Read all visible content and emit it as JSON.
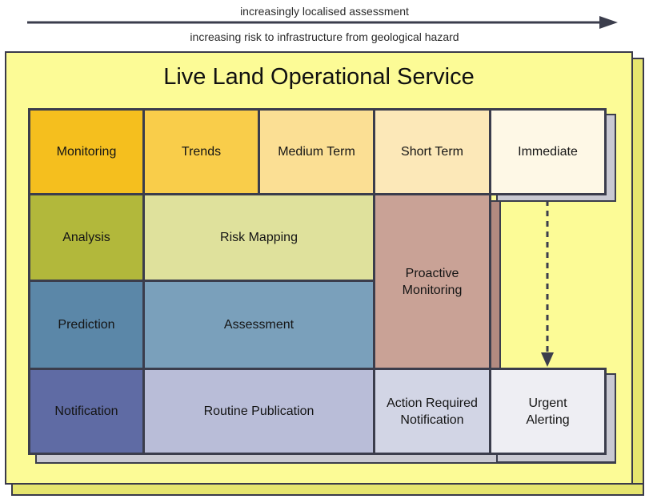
{
  "header": {
    "top_label": "increasingly localised assessment",
    "bottom_label": "increasing risk to infrastructure from geological hazard"
  },
  "panel": {
    "title": "Live Land Operational Service"
  },
  "cells": {
    "monitoring": {
      "label": "Monitoring",
      "color": "#f5bf1e"
    },
    "trends": {
      "label": "Trends",
      "color": "#f9cd4a"
    },
    "medium_term": {
      "label": "Medium Term",
      "color": "#fbdf94"
    },
    "short_term": {
      "label": "Short Term",
      "color": "#fce8b8"
    },
    "immediate": {
      "label": "Immediate",
      "color": "#fef8e6"
    },
    "analysis": {
      "label": "Analysis",
      "color": "#b2b83b"
    },
    "risk_mapping": {
      "label": "Risk Mapping",
      "color": "#dfe19c"
    },
    "proactive_monitoring": {
      "label": "Proactive Monitoring",
      "line1": "Proactive",
      "line2": "Monitoring",
      "color": "#c9a296"
    },
    "prediction": {
      "label": "Prediction",
      "color": "#5b87a8"
    },
    "assessment": {
      "label": "Assessment",
      "color": "#7aa0bb"
    },
    "notification": {
      "label": "Notification",
      "color": "#5f6ba4"
    },
    "routine_publication": {
      "label": "Routine Publication",
      "color": "#b9bdd8"
    },
    "action_required": {
      "label": "Action Required Notification",
      "line1": "Action Required",
      "line2": "Notification",
      "color": "#d2d5e5"
    },
    "urgent_alerting": {
      "label": "Urgent Alerting",
      "line1": "Urgent",
      "line2": "Alerting",
      "color": "#eeeef3"
    }
  },
  "colors": {
    "panel": "#fcfb96",
    "border": "#3b3d4c",
    "arrow": "#3b3d4c"
  }
}
